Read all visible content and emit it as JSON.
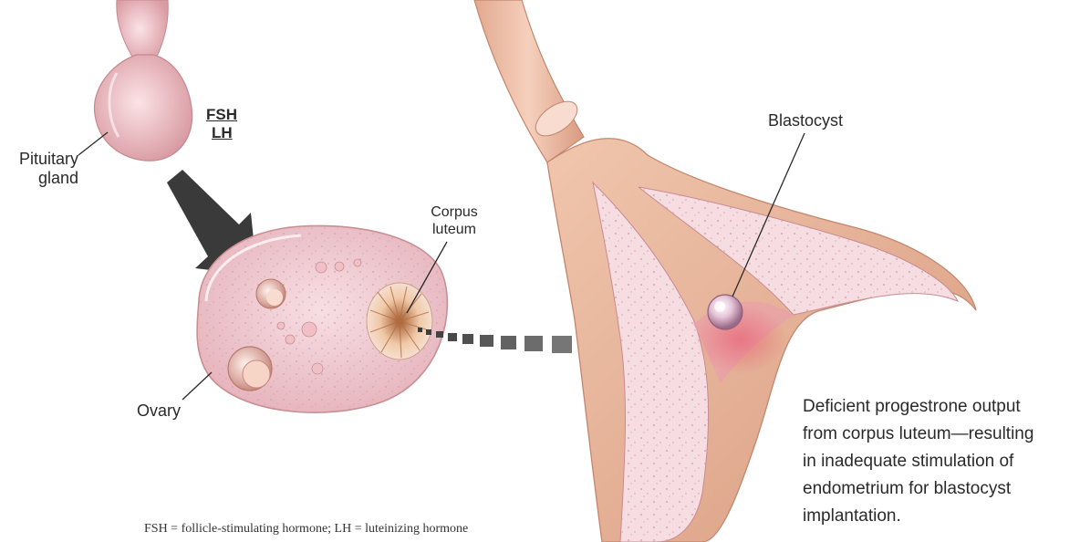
{
  "labels": {
    "pituitary_line1": "Pituitary",
    "pituitary_line2": "gland",
    "fsh": "FSH",
    "lh": "LH",
    "corpus_line1": "Corpus",
    "corpus_line2": "luteum",
    "ovary": "Ovary",
    "blastocyst": "Blastocyst"
  },
  "caption_lines": [
    "Deficient progestrone output",
    "from corpus luteum—resulting",
    "in inadequate stimulation of",
    "endometrium for blastocyst",
    "implantation."
  ],
  "footnote": "FSH = follicle-stimulating hormone; LH = luteinizing hormone",
  "colors": {
    "tissue_fill": "#f3cfd6",
    "tissue_edge": "#c88f92",
    "uterus_outer": "#e7b89a",
    "endometrium": "#f5dde2",
    "arrow_dark": "#3a3a3a",
    "arrow_gray": "#8c8c8c"
  }
}
